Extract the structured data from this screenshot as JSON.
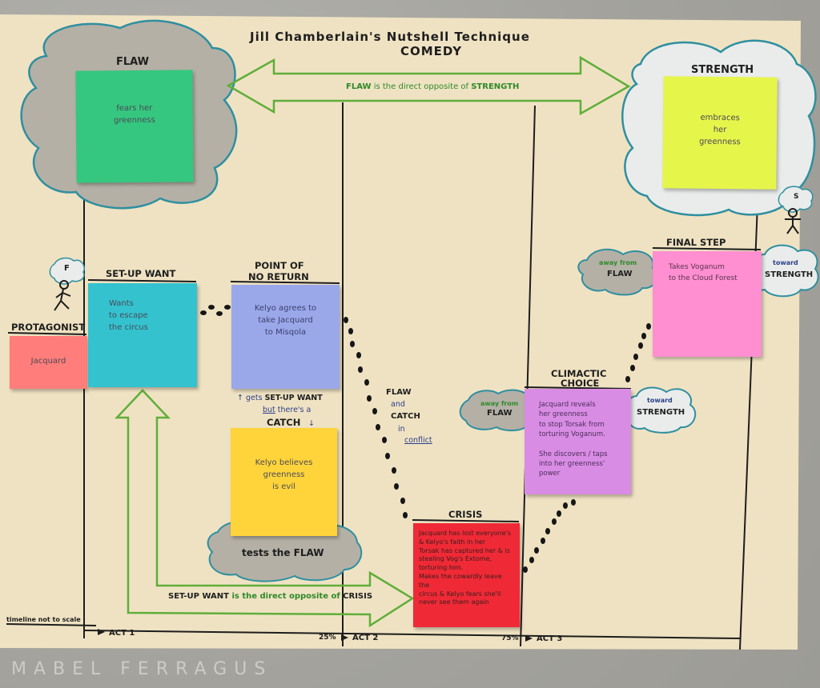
{
  "title": "Jill Chamberlain's Nutshell Technique",
  "subtitle": "Comedy",
  "colors": {
    "paper": "#efe2c2",
    "flaw_note": "#35c77f",
    "strength_note": "#e6f54a",
    "protagonist_note": "#ff7d7a",
    "setup_note": "#34c2cf",
    "ponr_note": "#9aa8ea",
    "catch_note": "#ffd43a",
    "crisis_note": "#ef2a36",
    "climactic_note": "#d98ce4",
    "final_note": "#ff8fd0",
    "green_arrow": "#5fae3a",
    "cloud_outline": "#2e8fa0"
  },
  "flaw": {
    "label": "FLAW",
    "note": "fears her\ngreenness"
  },
  "strength": {
    "label": "STRENGTH",
    "note": "embraces\nher\ngreenness"
  },
  "flaw_strength_arrow": {
    "text_a": "FLAW",
    "text_b": " is the direct opposite of ",
    "text_c": "STRENGTH"
  },
  "protagonist": {
    "label": "PROTAGONIST",
    "note": "Jacquard"
  },
  "setup_want": {
    "label": "SET-UP WANT",
    "note": "Wants\nto escape\nthe circus"
  },
  "point_of_no_return": {
    "label_line1": "POINT OF",
    "label_line2": "NO RETURN",
    "note": "Kelyo agrees to\ntake Jacquard\nto Misqola"
  },
  "gets_setup": {
    "line1_a": "↑ gets ",
    "line1_b": "SET-UP WANT",
    "line2_a": "but",
    "line2_b": " there's a",
    "catch_label": "CATCH",
    "arrow": "↓"
  },
  "catch": {
    "note": "Kelyo believes\ngreenness\nis evil"
  },
  "tests_flaw": "tests the FLAW",
  "conflict": {
    "line1": "FLAW",
    "line2": "and",
    "line3": "CATCH",
    "line4": "in",
    "line5": "conflict"
  },
  "crisis": {
    "label": "CRISIS",
    "note": "Jacquard has lost everyone's\n& Kelyo's faith in her\nTorsak has captured her & is\nstealing Vog's Extome,\ntorturing him.\nMakes the cowardly leave the\ncircus & Kelyo fears she'll\nnever see them again"
  },
  "setup_crisis_arrow": {
    "text_a": "SET-UP WANT",
    "text_b": " is the direct opposite of ",
    "text_c": "CRISIS"
  },
  "climactic_choice": {
    "label_line1": "CLIMACTIC",
    "label_line2": "CHOICE",
    "note": "Jacquard reveals\nher greenness\nto stop Torsak from\ntorturing Voganum.\n\nShe discovers / taps\ninto her greenness'\npower"
  },
  "away_flaw_1": {
    "line1": "away from",
    "line2": "FLAW"
  },
  "toward_strength_1": {
    "line1": "toward",
    "line2": "STRENGTH"
  },
  "final_step": {
    "label": "FINAL STEP",
    "note": "Takes Voganum\nto the Cloud Forest"
  },
  "away_flaw_2": {
    "line1": "away from",
    "line2": "FLAW"
  },
  "toward_strength_2": {
    "line1": "toward",
    "line2": "STRENGTH"
  },
  "stick_badge_f": "F",
  "stick_badge_s": "S",
  "timeline": {
    "note": "timeline not to scale",
    "act1": "ACT 1",
    "pct25": "25%",
    "act2": "ACT 2",
    "pct75": "75%",
    "act3": "ACT 3"
  },
  "watermark": "MABEL FERRAGUS"
}
